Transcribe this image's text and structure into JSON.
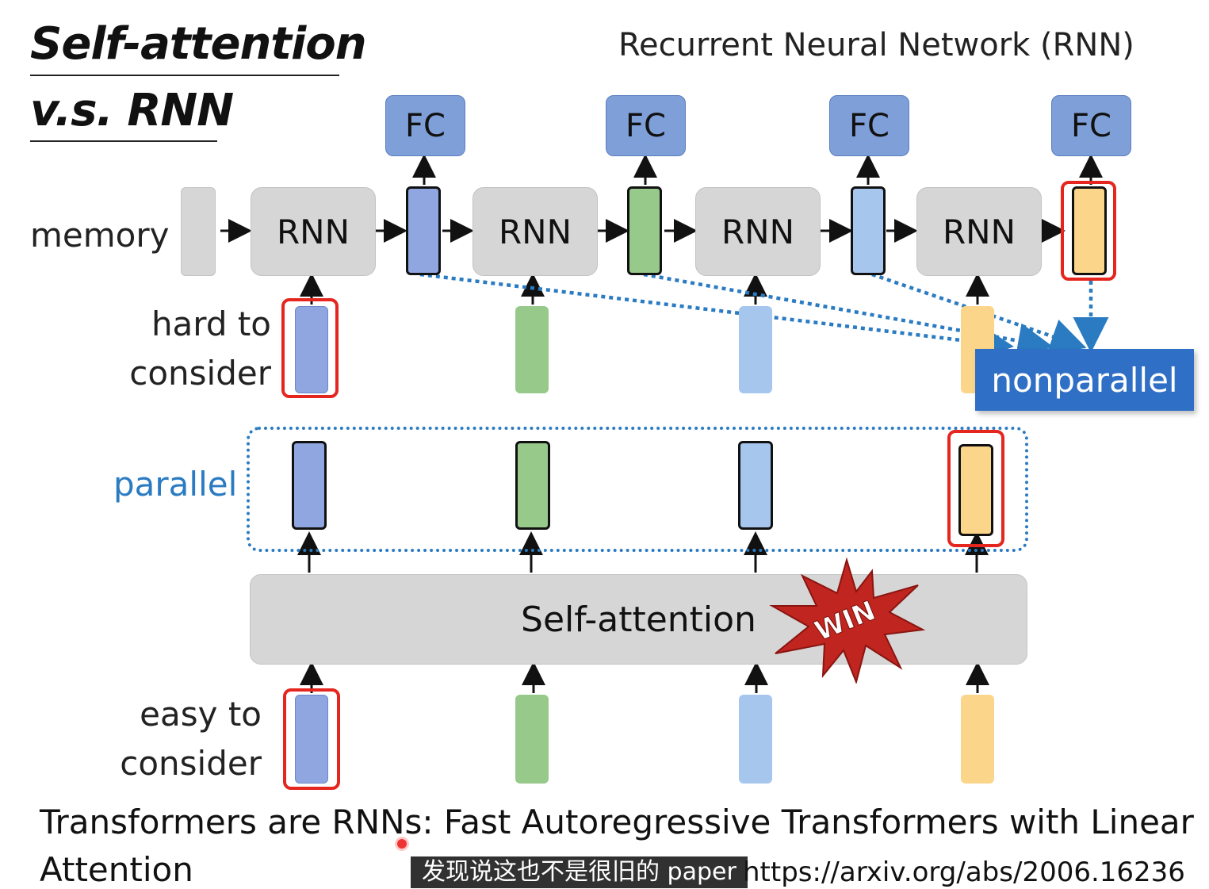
{
  "title": {
    "line1": "Self-attention",
    "line2": "v.s. RNN"
  },
  "subtitle": "Recurrent Neural Network (RNN)",
  "labels": {
    "memory": "memory",
    "hard_to_consider": [
      "hard to",
      "consider"
    ],
    "parallel": "parallel",
    "easy_to_consider": [
      "easy to",
      "consider"
    ],
    "nonparallel": "nonparallel"
  },
  "blocks": {
    "fc": [
      "FC",
      "FC",
      "FC",
      "FC"
    ],
    "rnn": [
      "RNN",
      "RNN",
      "RNN",
      "RNN"
    ],
    "self_attention": "Self-attention",
    "win_badge": "WIN"
  },
  "footer": {
    "line1": "Transformers are RNNs: Fast Autoregressive Transformers with Linear",
    "line2": "Attention",
    "url": "https://arxiv.org/abs/2006.16236"
  },
  "video_subtitle": "发现说这也不是很旧的 paper",
  "colors": {
    "vector_blue": "#8fa6e0",
    "vector_green": "#97c98a",
    "vector_light_blue": "#a6c6ee",
    "vector_yellow": "#fbd58a",
    "highlight_red": "#e5261f",
    "dotted_blue": "#2a7bc2",
    "nonparallel_bg": "#2f6fc6"
  }
}
